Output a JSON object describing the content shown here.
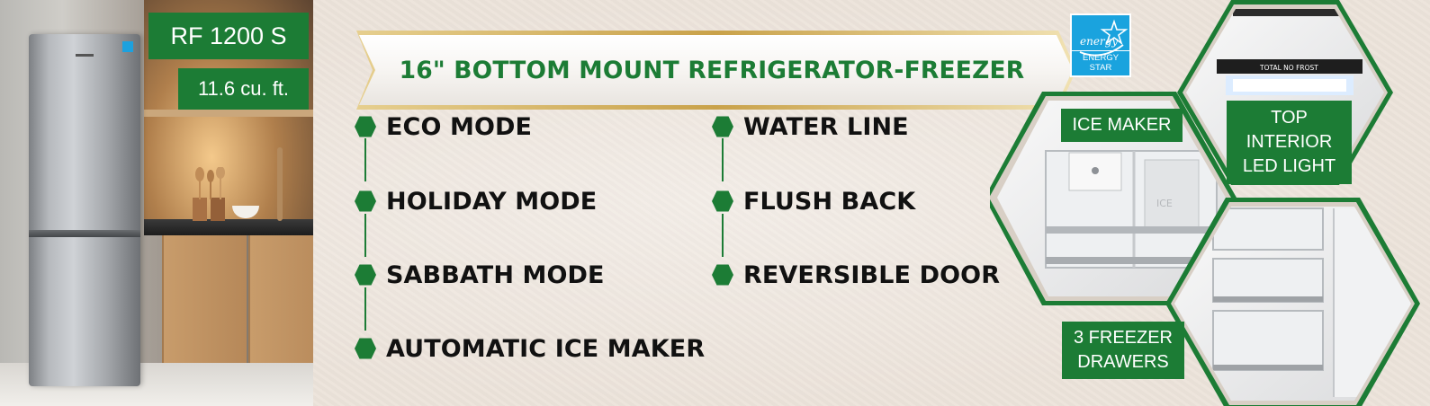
{
  "product": {
    "model": "RF 1200 S",
    "capacity": "11.6 cu. ft.",
    "title": "16\" BOTTOM MOUNT REFRIGERATOR-FREEZER"
  },
  "energy_star": {
    "script": "energy",
    "label": "ENERGY STAR"
  },
  "features": {
    "left": [
      "ECO MODE",
      "HOLIDAY MODE",
      "SABBATH MODE",
      "AUTOMATIC ICE MAKER"
    ],
    "right": [
      "WATER LINE",
      "FLUSH BACK",
      "REVERSIBLE DOOR"
    ]
  },
  "gallery": {
    "ice_maker": "ICE MAKER",
    "led_light": "TOP INTERIOR LED LIGHT",
    "drawers": "3 FREEZER DRAWERS",
    "panel_text": "TOTAL NO FROST",
    "ice_bin_text": "ICE"
  },
  "colors": {
    "brand_green": "#1c7c35",
    "background": "#ece3da",
    "energy_star_blue": "#1aa3de",
    "gold_trim": "#c9a24a",
    "text_dark": "#111111"
  },
  "icons": {
    "bullet": "green-hexagon-icon",
    "energy_star": "energy-star-logo-icon"
  }
}
